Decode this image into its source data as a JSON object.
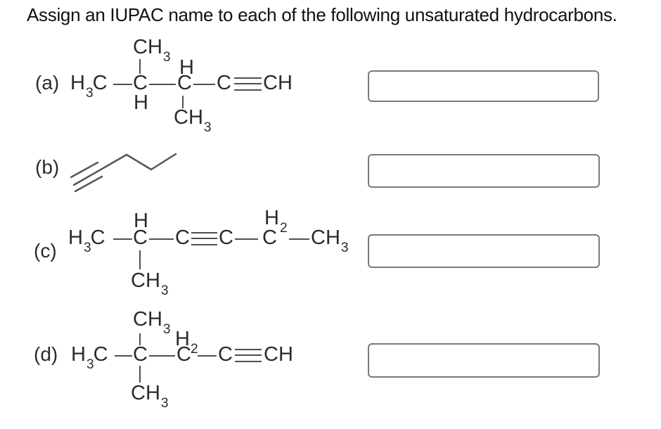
{
  "title": "Assign an IUPAC name to each of the following unsaturated hydrocarbons.",
  "colors": {
    "text": "#2b2b2b",
    "bond": "#4f4f4f",
    "box_border": "#7a7a7a",
    "background": "#ffffff"
  },
  "problems": [
    {
      "id": "a",
      "label": "(a)",
      "chain": [
        "H3C",
        "C",
        "C",
        "C",
        "CH"
      ],
      "above_c2": "CH3",
      "above_c3": "H",
      "below_c2": "H",
      "below_c3": "CH3",
      "answer": ""
    },
    {
      "id": "b",
      "label": "(b)",
      "skeletal": "pent-1-yne-zigzag-line-structure",
      "answer": ""
    },
    {
      "id": "c",
      "label": "(c)",
      "chain": [
        "H3C",
        "C",
        "C",
        "C",
        "C",
        "CH3"
      ],
      "above_c2": "H",
      "above_c5": "H2",
      "below_c2": "CH3",
      "answer": ""
    },
    {
      "id": "d",
      "label": "(d)",
      "chain": [
        "H3C",
        "C",
        "C",
        "C",
        "CH"
      ],
      "above_c2": "CH3",
      "above_c3": "H2",
      "below_c2": "CH3",
      "answer": ""
    }
  ]
}
